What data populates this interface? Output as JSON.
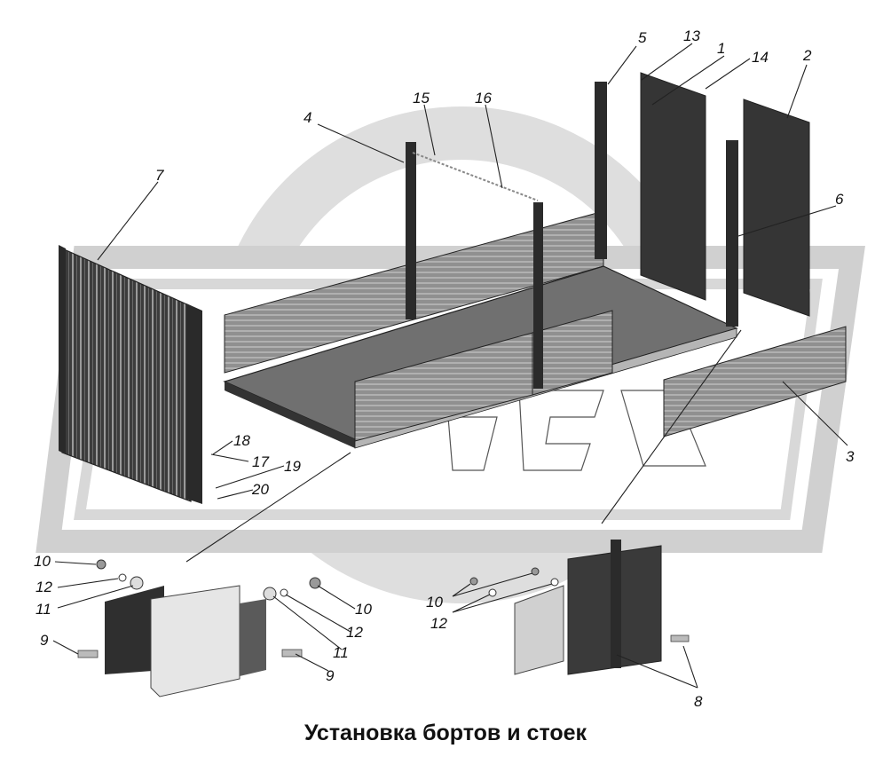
{
  "caption": "Установка бортов и стоек",
  "callouts": {
    "c1": "1",
    "c2": "2",
    "c3": "3",
    "c4": "4",
    "c5": "5",
    "c6": "6",
    "c7": "7",
    "c8": "8",
    "c9a": "9",
    "c9b": "9",
    "c10a": "10",
    "c10b": "10",
    "c10c": "10",
    "c11a": "11",
    "c11b": "11",
    "c12a": "12",
    "c12b": "12",
    "c12c": "12",
    "c13": "13",
    "c14": "14",
    "c15": "15",
    "c16": "16",
    "c17": "17",
    "c18": "18",
    "c19": "19",
    "c20": "20"
  },
  "colors": {
    "watermark": "#d4d4d4",
    "panel_dark": "#3a3a3a",
    "panel_mid": "#8c8c8c",
    "floor": "#6e6e6e",
    "post": "#2b2b2b"
  }
}
